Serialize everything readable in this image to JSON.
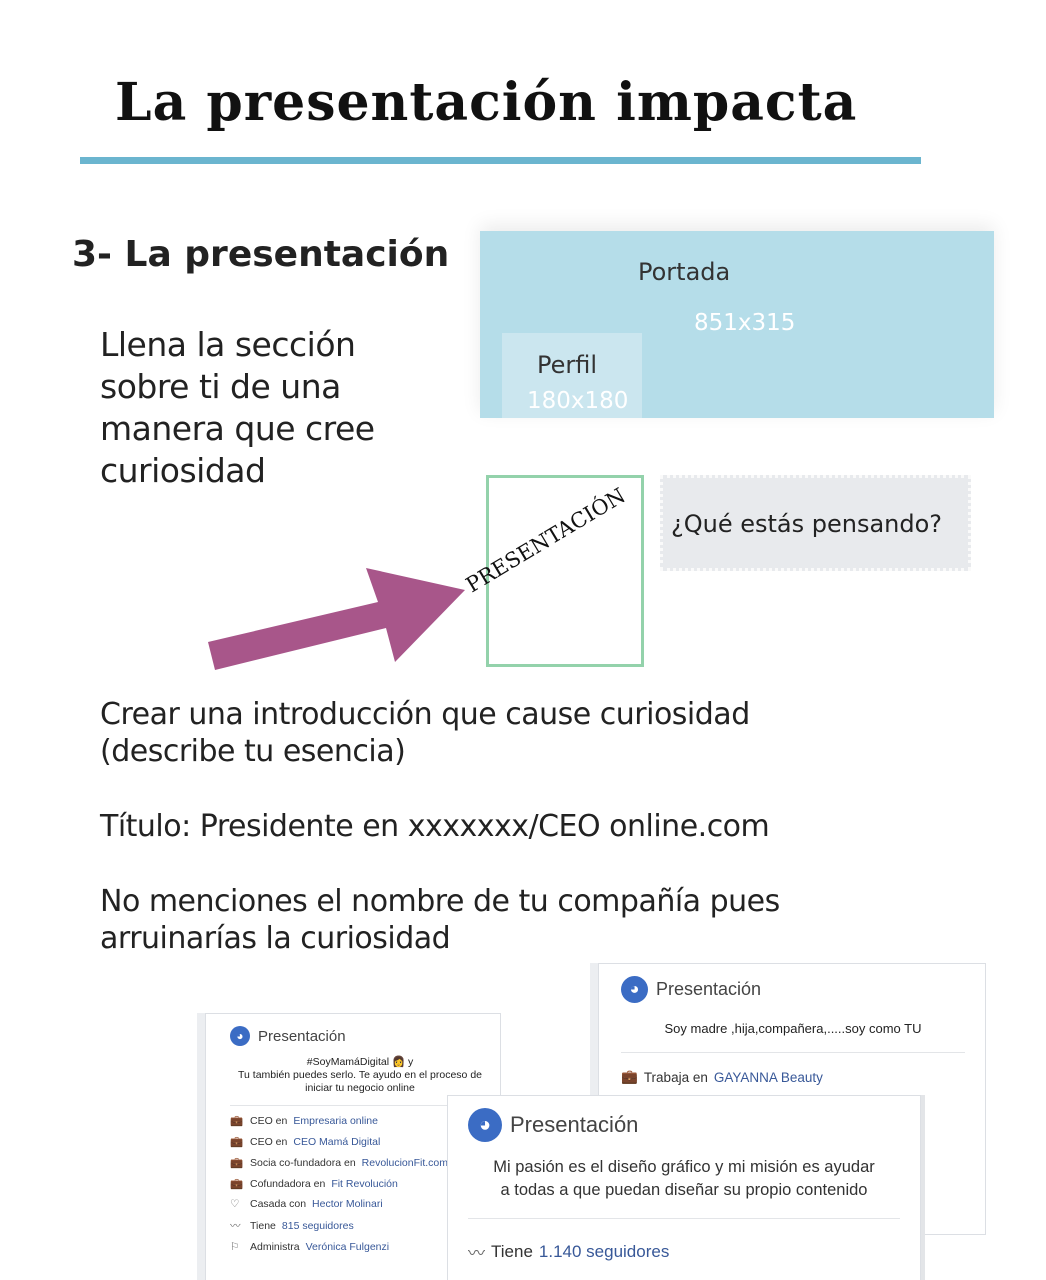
{
  "title": "La presentación impacta",
  "subtitle": "3- La presentación",
  "intro": [
    "Llena la sección",
    "sobre ti de una",
    "manera que cree",
    "curiosidad"
  ],
  "mockup": {
    "cover_label": "Portada",
    "cover_size": "851x315",
    "profile_label": "Perfil",
    "profile_size": "180x180",
    "rotated_label": "PRESENTACIÓN",
    "status_placeholder": "¿Qué estás pensando?"
  },
  "tips": {
    "line1": "Crear una introducción que cause curiosidad",
    "line2": "(describe tu esencia)",
    "line3": "Título: Presidente en xxxxxxx/CEO online.com",
    "line4": "No menciones el nombre de tu compañía pues",
    "line5": "arruinarías la curiosidad"
  },
  "colors": {
    "rule": "#6bb5cf",
    "arrow": "#a8568a",
    "cover": "#b5dde9",
    "frame": "#93d2ab",
    "link": "#385898"
  },
  "card1": {
    "header": "Presentación",
    "bio": [
      "#SoyMamáDigital 👩 y",
      "Tu también puedes serlo. Te ayudo en el proceso de",
      "iniciar tu negocio online"
    ],
    "items": [
      {
        "icon": "briefcase-icon",
        "text": "CEO en",
        "link": "Empresaria online"
      },
      {
        "icon": "briefcase-icon",
        "text": "CEO en",
        "link": "CEO Mamá Digital"
      },
      {
        "icon": "briefcase-icon",
        "text": "Socia co-fundadora en",
        "link": "RevolucionFit.com"
      },
      {
        "icon": "briefcase-icon",
        "text": "Cofundadora en",
        "link": "Fit Revolución"
      },
      {
        "icon": "heart-icon",
        "text": "Casada con",
        "link": "Hector Molinari"
      },
      {
        "icon": "rss-icon",
        "text": "Tiene",
        "link": "815 seguidores"
      },
      {
        "icon": "flag-icon",
        "text": "Administra",
        "link": "Verónica Fulgenzi"
      }
    ]
  },
  "card2": {
    "header": "Presentación",
    "bio": "Soy madre ,hija,compañera,.....soy como TU",
    "item_text": "Trabaja en",
    "item_link": "GAYANNA Beauty"
  },
  "card3": {
    "header": "Presentación",
    "bio": [
      "Mi pasión es el diseño gráfico y mi misión es ayudar",
      "a todas a que puedan diseñar su propio contenido"
    ],
    "item_text": "Tiene",
    "item_link": "1.140 seguidores"
  }
}
